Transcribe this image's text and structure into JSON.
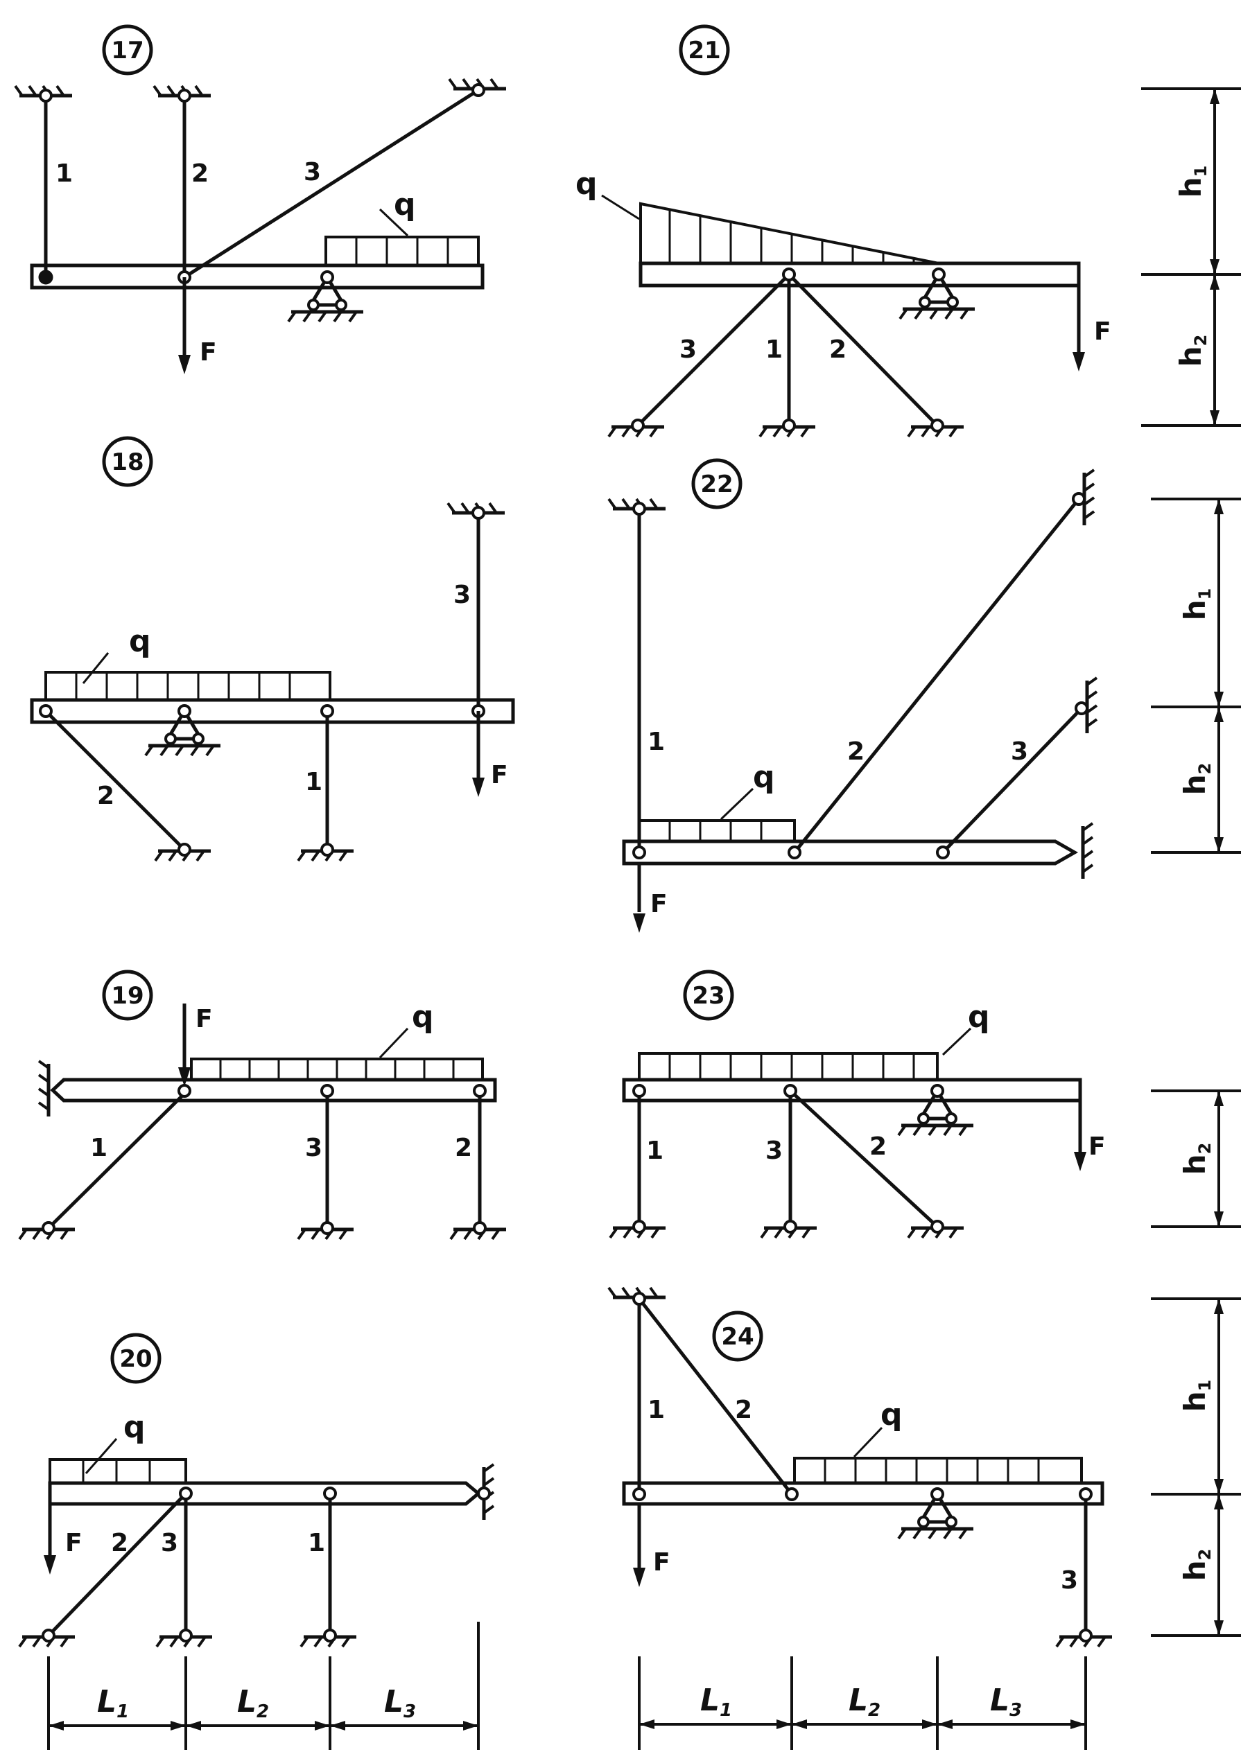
{
  "diagram": {
    "variants": [
      {
        "number": "17",
        "members": [
          "1",
          "2",
          "3"
        ],
        "load_label": "q",
        "force_label": "F"
      },
      {
        "number": "18",
        "members": [
          "3",
          "2",
          "1"
        ],
        "load_label": "q",
        "force_label": "F"
      },
      {
        "number": "19",
        "members": [
          "1",
          "3",
          "2"
        ],
        "load_label": "q",
        "force_label": "F"
      },
      {
        "number": "20",
        "members": [
          "2",
          "3",
          "1"
        ],
        "load_label": "q",
        "force_label": "F"
      },
      {
        "number": "21",
        "members": [
          "3",
          "1",
          "2"
        ],
        "load_label": "q",
        "force_label": "F"
      },
      {
        "number": "22",
        "members": [
          "1",
          "2",
          "3"
        ],
        "load_label": "q",
        "force_label": "F"
      },
      {
        "number": "23",
        "members": [
          "1",
          "3",
          "2"
        ],
        "load_label": "q",
        "force_label": "F"
      },
      {
        "number": "24",
        "members": [
          "1",
          "2",
          "3"
        ],
        "load_label": "q",
        "force_label": "F"
      }
    ],
    "dimensions": {
      "L1": "L",
      "L1_sub": "1",
      "L2": "L",
      "L2_sub": "2",
      "L3": "L",
      "L3_sub": "3",
      "h1": "h",
      "h1_sub": "1",
      "h2": "h",
      "h2_sub": "2"
    }
  }
}
